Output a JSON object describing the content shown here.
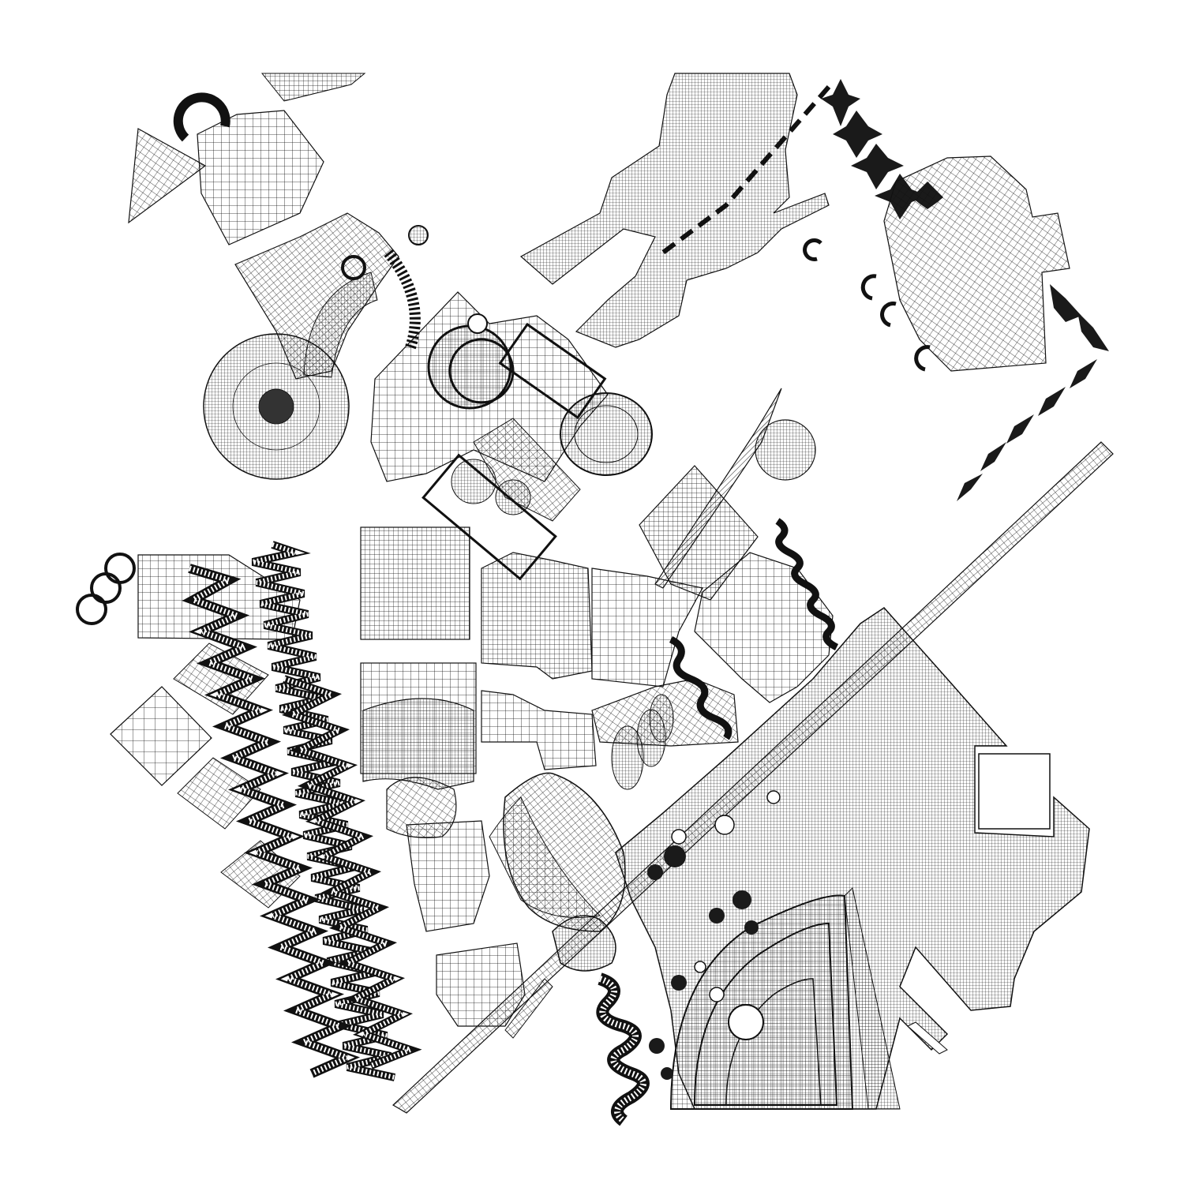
{
  "canvas": {
    "background": "#ffffff",
    "ink": "#111111",
    "style": "black-and-white wireframe mesh collage"
  },
  "motifs": [
    {
      "name": "wire-mesh-polygon",
      "count": 22
    },
    {
      "name": "concentric-disc",
      "count": 6
    },
    {
      "name": "zigzag-spring-column",
      "count": 3
    },
    {
      "name": "diamond-chain",
      "count": 2
    },
    {
      "name": "c-hook",
      "count": 5
    },
    {
      "name": "linked-rings",
      "count": 3
    },
    {
      "name": "diagonal-beam",
      "count": 2
    }
  ]
}
